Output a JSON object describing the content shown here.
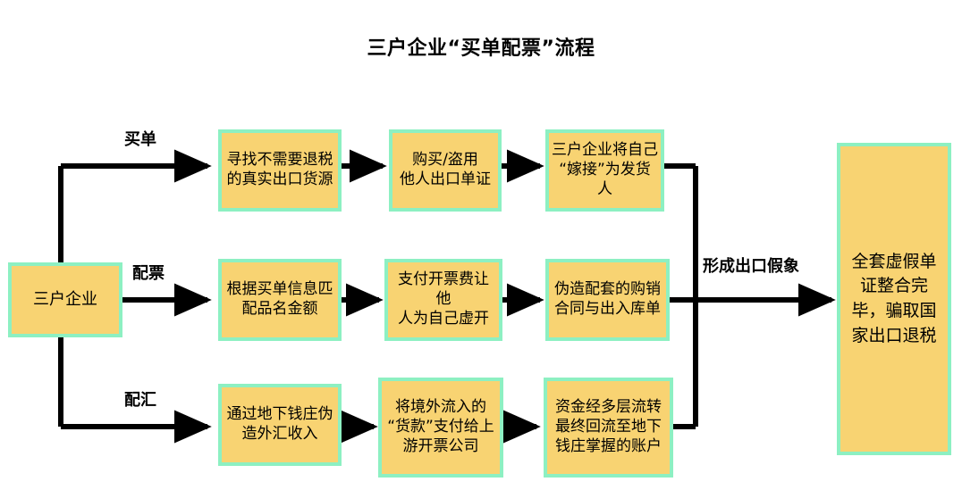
{
  "diagram": {
    "title": "三户企业“买单配票”流程",
    "start_node": {
      "label": "三户企业"
    },
    "branch_labels": {
      "row1": "买单",
      "row2": "配票",
      "row3": "配汇"
    },
    "merge_label": "形成出口假象",
    "rows": [
      {
        "key": "row1",
        "label": "买单",
        "steps": [
          "寻找不需要退税\n的真实出口货源",
          "购买/盗用\n他人出口单证",
          "三户企业将自己\n“嫁接”为发货人"
        ]
      },
      {
        "key": "row2",
        "label": "配票",
        "steps": [
          "根据买单信息匹\n配品名金额",
          "支付开票费让他\n人为自己虚开",
          "伪造配套的购销\n合同与出入库单"
        ]
      },
      {
        "key": "row3",
        "label": "配汇",
        "steps": [
          "通过地下钱庄伪\n造外汇收入",
          "将境外流入的\n“货款”支付给上\n游开票公司",
          "资金经多层流转\n最终回流至地下\n钱庄掌握的账户"
        ]
      }
    ],
    "final_node": {
      "label": "全套虚假单\n证整合完\n毕，骗取国\n家出口退税"
    },
    "colors": {
      "node_fill": "#F8D372",
      "node_border": "#8DF0C2",
      "connector": "#000000",
      "text": "#000000",
      "background": "#FFFFFF"
    }
  }
}
